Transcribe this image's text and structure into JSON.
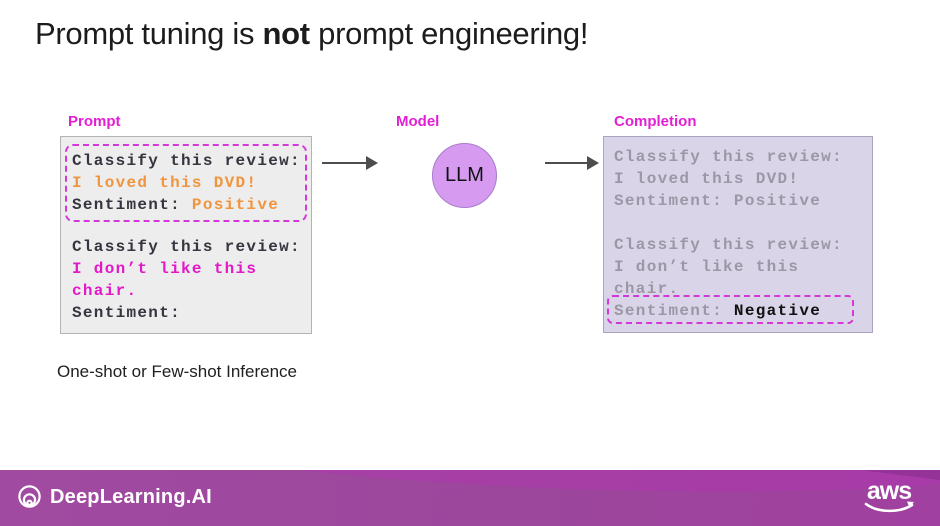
{
  "title": {
    "pre": "Prompt tuning is ",
    "emph": "not",
    "post": " prompt engineering!"
  },
  "labels": {
    "prompt": "Prompt",
    "model": "Model",
    "completion": "Completion"
  },
  "model": {
    "circle_text": "LLM"
  },
  "prompt_box": {
    "ex1_line1": "Classify this review:",
    "ex1_line2": "I loved this DVD!",
    "ex1_sent_key": "Sentiment: ",
    "ex1_sent_val": "Positive",
    "ex2_line1": "Classify this review:",
    "ex2_line2": "I don’t like this",
    "ex2_line3": "chair.",
    "ex2_sent_key": "Sentiment:"
  },
  "completion_box": {
    "line1": "Classify this review:",
    "line2": "I loved this DVD!",
    "line3": "Sentiment: Positive",
    "line4": "Classify this review:",
    "line5": "I don’t like this",
    "line6": "chair.",
    "sent_key": "Sentiment: ",
    "sent_val": "Negative"
  },
  "caption": "One-shot or Few-shot Inference",
  "footer": {
    "brand": "DeepLearning.AI",
    "aws": "aws"
  },
  "colors": {
    "label_magenta": "#e21fd3",
    "dashed_border": "#d438d8",
    "orange_text": "#f0953e",
    "pink_text": "#e318c8",
    "dark_mono_text": "#35353f",
    "gray_mono_text": "#9c97a6",
    "prompt_box_bg": "#ededed",
    "completion_box_bg": "#dad4e8",
    "llm_circle_fill": "#d69bf1",
    "arrow_gray": "#4d4d4d",
    "footer_purple": "#9c469c"
  }
}
